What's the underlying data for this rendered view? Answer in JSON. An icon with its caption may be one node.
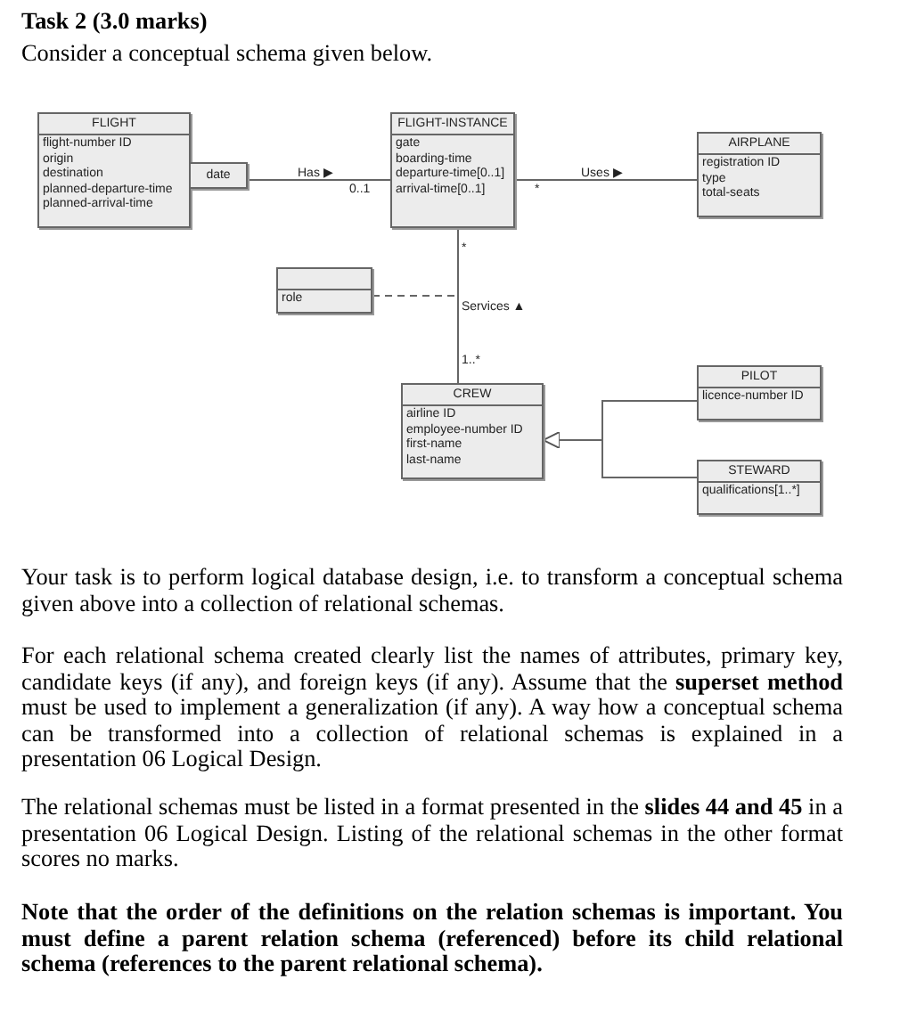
{
  "diagram": {
    "title": "Task 2 (3.0 marks)",
    "nodes": [
      {
        "text": [
          "FLIGHT",
          "flight-number ID",
          "origin",
          "destination",
          "planned-departure-time",
          "planned-arrival-time"
        ]
      },
      {
        "text": [
          "date"
        ]
      },
      {
        "text": [
          "FLIGHT-INSTANCE",
          "gate",
          "boarding-time",
          "departure-time[0..1]",
          "arrival-time[0..1]"
        ]
      },
      {
        "text": [
          "AIRPLANE",
          "registration ID",
          "type",
          "total-seats"
        ]
      },
      {
        "text": [
          "role"
        ]
      },
      {
        "text": [
          "CREW",
          "airline ID",
          "employee-number ID",
          "first-name",
          "last-name"
        ]
      },
      {
        "text": [
          "PILOT",
          "licence-number ID"
        ]
      },
      {
        "text": [
          "STEWARD",
          "qualifications[1..*]"
        ]
      }
    ],
    "edges": [
      {
        "from": 1,
        "to": 2,
        "arrow": "none",
        "label": "Has ▶"
      },
      {
        "from": 2,
        "to": 3,
        "arrow": "none",
        "label": "Uses ▶"
      },
      {
        "from": 2,
        "to": 5,
        "arrow": "none",
        "label": "Services ▲"
      },
      {
        "from": 4,
        "to": null,
        "arrow": "none",
        "style": "dashed"
      },
      {
        "from": 6,
        "to": 5,
        "arrow": "to"
      },
      {
        "from": 7,
        "to": 5,
        "arrow": "to"
      }
    ],
    "labels": [
      "Consider a conceptual schema given below.",
      "0..1",
      "*",
      "*",
      "1..*",
      "Your task is to perform logical database design, i.e. to transform a conceptual schema given above into a collection of relational schemas.",
      "For each relational schema created clearly list the names of attributes, primary key, candidate keys (if any), and foreign keys (if any). Assume that the **superset method** must be used to implement a generalization (if any). A way how a conceptual schema can be transformed into a collection of relational schemas is explained in a presentation 06 Logical Design.",
      "The relational schemas must be listed in a format presented in the **slides 44 and 45** in a presentation 06 Logical Design. Listing of the relational schemas in the other format scores no marks.",
      "Note that the order of the definitions on the relation schemas is important. You must define a parent relation schema (referenced) before its child relational schema (references to the parent relational schema)."
    ]
  }
}
